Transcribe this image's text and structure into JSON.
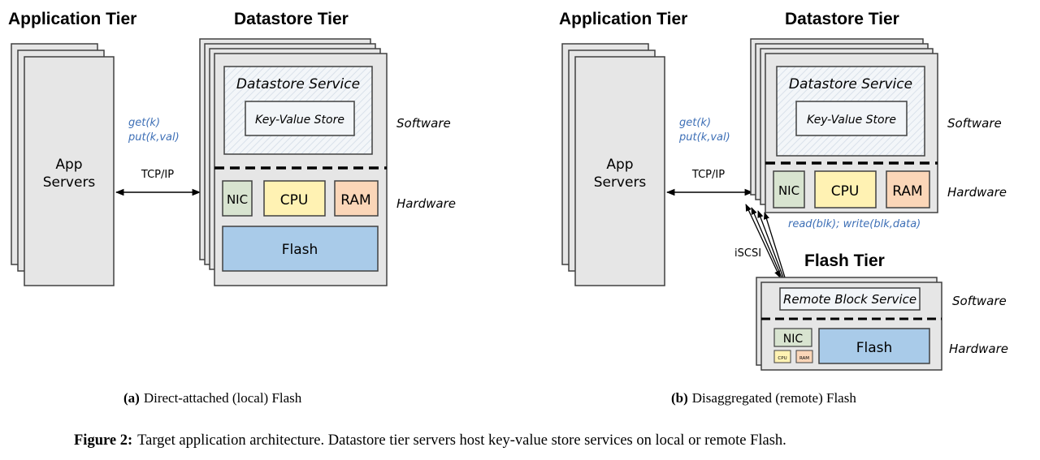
{
  "panel_a": {
    "app_tier_title": "Application Tier",
    "datastore_tier_title": "Datastore Tier",
    "app_servers_line1": "App",
    "app_servers_line2": "Servers",
    "api_get": "get(k)",
    "api_put": "put(k,val)",
    "protocol": "TCP/IP",
    "datastore_service": "Datastore Service",
    "kv_store": "Key-Value Store",
    "software_label": "Software",
    "hardware_label": "Hardware",
    "nic": "NIC",
    "cpu": "CPU",
    "ram": "RAM",
    "flash": "Flash",
    "caption_letter": "(a)",
    "caption_text": "Direct-attached (local) Flash"
  },
  "panel_b": {
    "app_tier_title": "Application Tier",
    "datastore_tier_title": "Datastore Tier",
    "flash_tier_title": "Flash Tier",
    "app_servers_line1": "App",
    "app_servers_line2": "Servers",
    "api_get": "get(k)",
    "api_put": "put(k,val)",
    "protocol": "TCP/IP",
    "datastore_service": "Datastore Service",
    "kv_store": "Key-Value Store",
    "software_label": "Software",
    "hardware_label": "Hardware",
    "nic": "NIC",
    "cpu": "CPU",
    "ram": "RAM",
    "block_api": "read(blk);  write(blk,data)",
    "iscsi": "iSCSI",
    "remote_block_service": "Remote Block Service",
    "flash_software_label": "Software",
    "flash_hardware_label": "Hardware",
    "flash_nic": "NIC",
    "flash_cpu": "CPU",
    "flash_ram": "RAM",
    "flash": "Flash",
    "caption_letter": "(b)",
    "caption_text": "Disaggregated (remote) Flash"
  },
  "figure_caption": {
    "label": "Figure 2:",
    "text": "Target application architecture. Datastore tier servers host key-value store services on local or remote Flash."
  },
  "colors": {
    "server_fill": "#e6e6e6",
    "border": "#404040",
    "nic_fill": "#d8e4d0",
    "cpu_fill": "#fff2b3",
    "ram_fill": "#fbd6b8",
    "flash_fill": "#a9cbe9",
    "api_text": "#3d6fb6"
  }
}
